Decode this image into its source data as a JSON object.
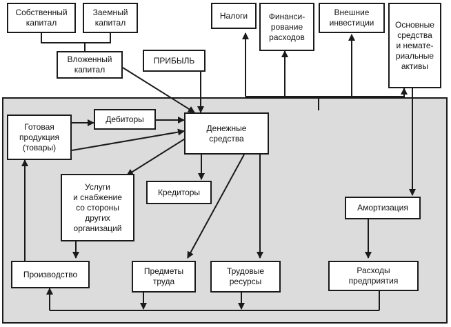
{
  "colors": {
    "zone_fill": "#dcdcdc",
    "line": "#1a1a1a",
    "box_fill": "#ffffff"
  },
  "nodes": {
    "own_capital": "Собственный\nкапитал",
    "borrowed_capital": "Заемный\nкапитал",
    "invested_capital": "Вложенный\nкапитал",
    "profit": "ПРИБЫЛЬ",
    "taxes": "Налоги",
    "expense_financing": "Финанси-\nрование\nрасходов",
    "external_investments": "Внешние\nинвестиции",
    "fixed_assets": "Основные\nсредства\nи немате-\nриальные\nактивы",
    "finished_goods": "Готовая\nпродукция\n(товары)",
    "debtors": "Дебиторы",
    "cash": "Денежные\nсредства",
    "services_supply": "Услуги\nи снабжение\nсо стороны\nдругих\nорганизаций",
    "creditors": "Кредиторы",
    "depreciation": "Амортизация",
    "production": "Производство",
    "objects_of_labor": "Предметы\nтруда",
    "labor_resources": "Трудовые\nресурсы",
    "enterprise_expenses": "Расходы\nпредприятия"
  }
}
